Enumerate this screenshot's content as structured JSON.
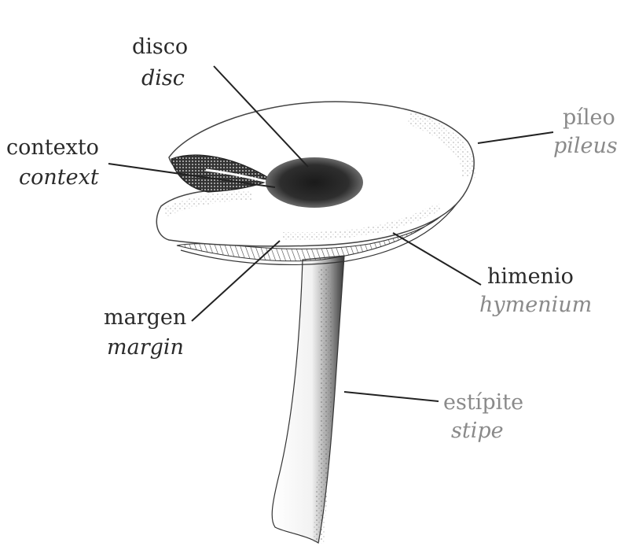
{
  "labels": {
    "disco": {
      "es": "disco",
      "en": "disc"
    },
    "contexto": {
      "es": "contexto",
      "en": "context"
    },
    "pileo": {
      "es": "píleo",
      "en": "pileus"
    },
    "himenio": {
      "es": "himenio",
      "en": "hymenium"
    },
    "margen": {
      "es": "margen",
      "en": "margin"
    },
    "estipite": {
      "es": "estípite",
      "en": "stipe"
    }
  }
}
